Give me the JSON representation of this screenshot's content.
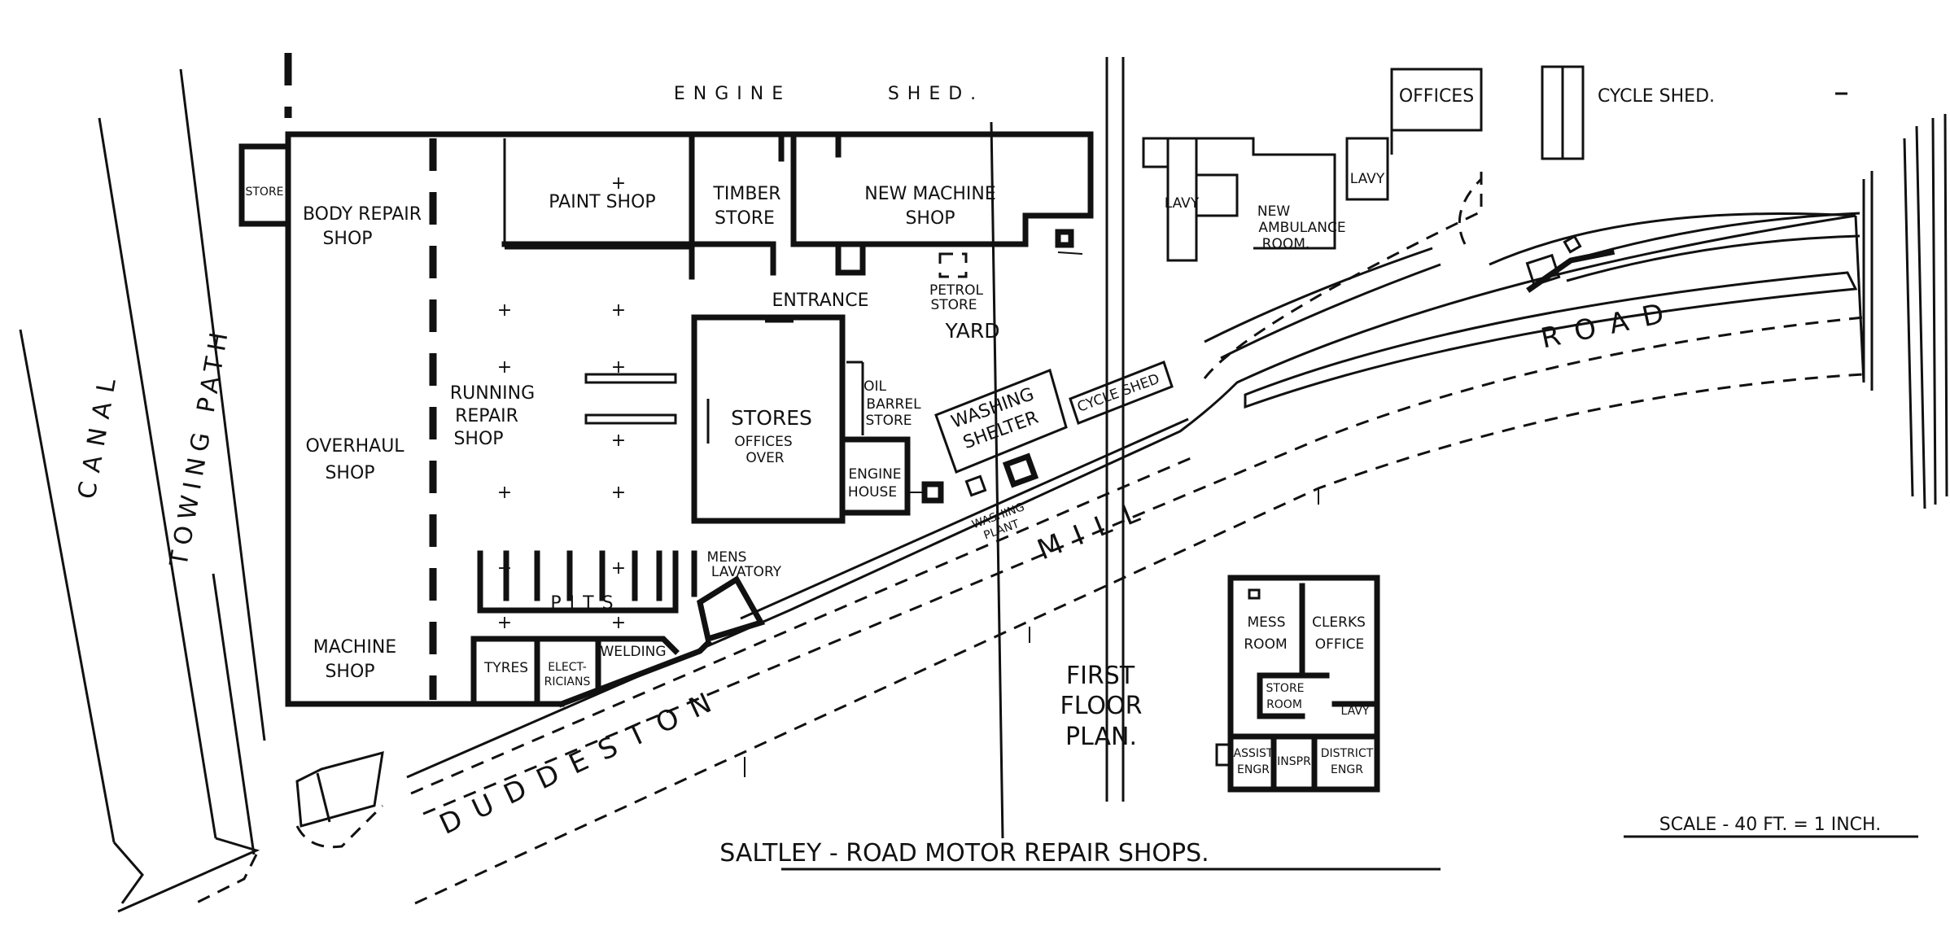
{
  "title": "SALTLEY  -  ROAD MOTOR REPAIR SHOPS.",
  "scale": "SCALE - 40 FT. = 1 INCH.",
  "labels": {
    "engine": "ENGINE",
    "shed": "SHED.",
    "offices": "OFFICES",
    "cycle_shed_top": "CYCLE SHED.",
    "store": "STORE",
    "body_repair": "BODY REPAIR",
    "body_repair_shop": "SHOP",
    "paint_shop": "PAINT  SHOP",
    "timber": "TIMBER",
    "timber_store": "STORE",
    "new_machine": "NEW MACHINE",
    "new_machine_shop": "SHOP",
    "lavy_1": "LAVY",
    "lavy_2": "LAVY",
    "new": "NEW",
    "ambulance": "AMBULANCE",
    "room": "ROOM.",
    "entrance": "ENTRANCE",
    "petrol": "PETROL",
    "petrol_store": "STORE",
    "yard": "YARD",
    "running": "RUNNING",
    "repair": "REPAIR",
    "shop_rr": "SHOP",
    "overhaul": "OVERHAUL",
    "overhaul_shop": "SHOP",
    "stores": "STORES",
    "offices_sub": "OFFICES",
    "over": "OVER",
    "oil": "OIL",
    "barrel": "BARREL",
    "oil_store": "STORE",
    "engine_house_1": "ENGINE",
    "engine_house_2": "HOUSE",
    "washing": "WASHING",
    "shelter": "SHELTER",
    "cycle_shed": "CYCLE SHED",
    "washing_plant_1": "WASHING",
    "washing_plant_2": "PLANT",
    "mens": "MENS",
    "lavatory": "LAVATORY",
    "pits": "PITS",
    "machine": "MACHINE",
    "machine_shop": "SHOP",
    "tyres": "TYRES",
    "elect": "ELECT-",
    "ricians": "RICIANS",
    "welding": "WELDING",
    "canal": "CANAL",
    "towing_path": "TOWING  PATH",
    "road": "ROAD",
    "mill": "MILL",
    "duddeston": "DUDDESTON",
    "first": "FIRST",
    "floor": "FLOOR",
    "plan": "PLAN.",
    "mess": "MESS",
    "mess_room": "ROOM",
    "clerks": "CLERKS",
    "clerks_office": "OFFICE",
    "store_fp": "STORE",
    "room_fp": "ROOM",
    "lavy_fp": "LAVY",
    "assist": "ASSIST",
    "assist_engr": "ENGR",
    "inspr": "INSPR",
    "district": "DISTRICT",
    "district_engr": "ENGR"
  }
}
